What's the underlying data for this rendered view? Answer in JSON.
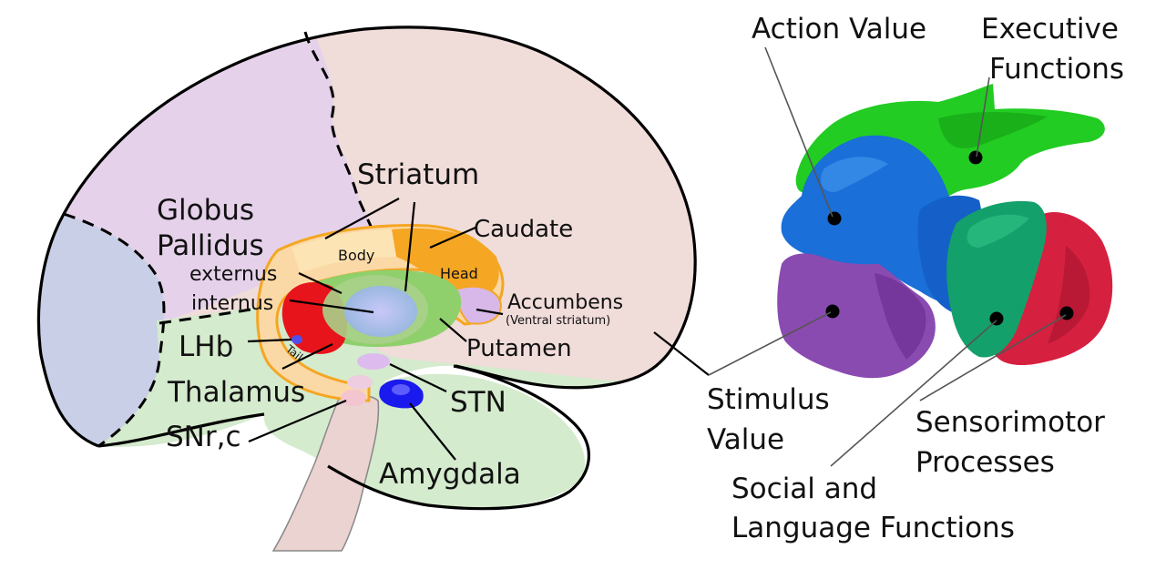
{
  "labels": {
    "striatum": "Striatum",
    "globus_line1": "Globus",
    "globus_line2": "Pallidus",
    "externus": "externus",
    "internus": "internus",
    "body": "Body",
    "head": "Head",
    "caudate": "Caudate",
    "accumbens": "Accumbens",
    "ventral_striatum": "(Ventral striatum)",
    "putamen": "Putamen",
    "lhb": "LHb",
    "tail": "Tail",
    "thalamus": "Thalamus",
    "stn": "STN",
    "snrc": "SNr,c",
    "amygdala": "Amygdala",
    "action_value": "Action Value",
    "executive_line1": "Executive",
    "executive_line2": "Functions",
    "stimulus_line1": "Stimulus",
    "stimulus_line2": "Value",
    "sensorimotor_line1": "Sensorimotor",
    "sensorimotor_line2": "Processes",
    "social_line1": "Social and",
    "social_line2": "Language Functions"
  },
  "colors": {
    "frontal_lobe": "#e5d2ea",
    "parietal_lobe": "#f0dcd9",
    "occipital_lobe": "#c9cfe6",
    "temporal_lobe": "#d4ebcd",
    "brainstem": "#ead3d0",
    "caudate": "#f5a623",
    "putamen": "#8fd06c",
    "globus_externus": "#a8d08a",
    "globus_internus": "#b8b8f0",
    "thalamus": "#e8141b",
    "stn": "#ddbbee",
    "amygdala": "#1a1aee",
    "action_value_region": "#1a6fd8",
    "executive_region": "#22cc22",
    "stimulus_region": "#8a4bb0",
    "sensorimotor_region": "#d62040",
    "social_region": "#14a06a"
  }
}
